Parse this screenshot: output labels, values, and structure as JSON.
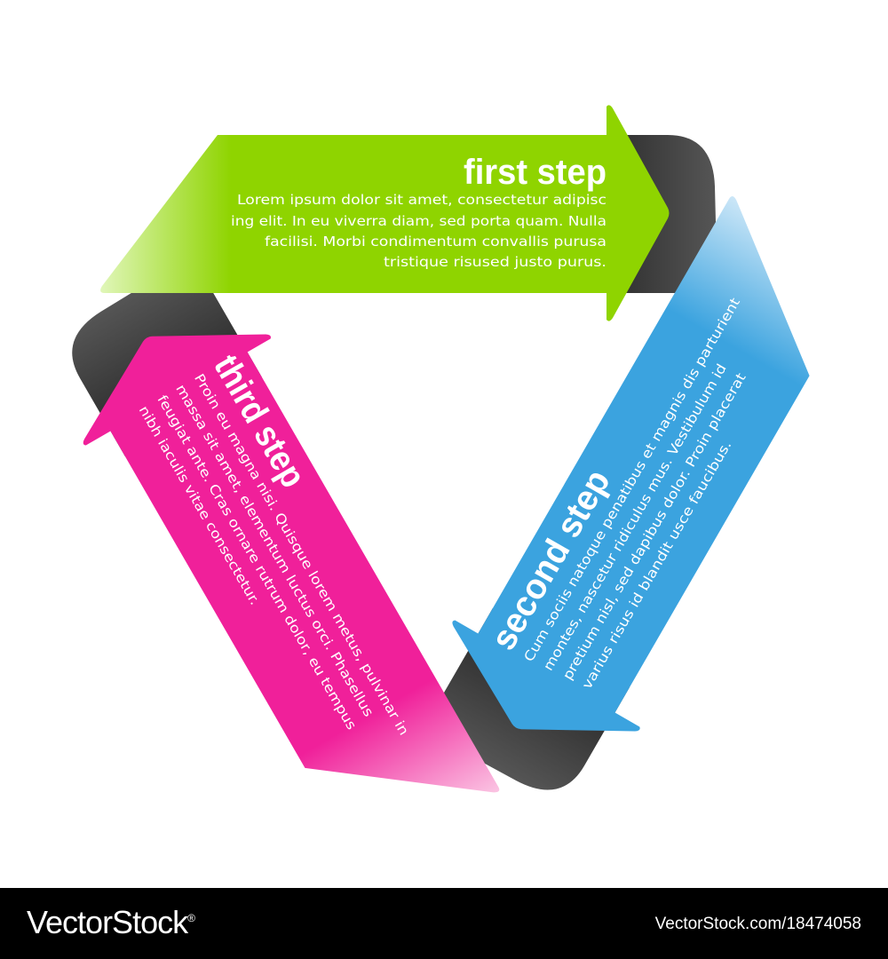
{
  "colors": {
    "green": "#8fd400",
    "blue": "#3ba3df",
    "pink": "#f0209a",
    "dark": "#3a3a3a"
  },
  "steps": [
    {
      "title": "first step",
      "lines": [
        "Lorem ipsum dolor sit amet, consectetur adipisc",
        "ing elit. In eu viverra diam, sed porta quam. Nulla",
        "facilisi. Morbi condimentum convallis purusa",
        "tristique risused justo purus."
      ]
    },
    {
      "title": "second step",
      "lines": [
        "Cum sociis natoque penatibus et magnis dis parturient",
        "montes, nascetur ridiculus mus. Vestibulum id",
        "pretium nisl, sed dapibus dolor. Proin placerat",
        "varius risus id blandit usce faucibus."
      ]
    },
    {
      "title": "third step",
      "lines": [
        "Proin eu magna nisi. Quisque lorem metus, pulvinar in",
        "massa sit amet, elementum luctus orci. Phasellus",
        "feugiat ante. Cras ornare rutrum dolor, eu tempus",
        "nibh iaculis vitae consectetur."
      ]
    }
  ],
  "footer": {
    "logo": "VectorStock",
    "logo_mark": "®",
    "url": "VectorStock.com/18474058"
  }
}
